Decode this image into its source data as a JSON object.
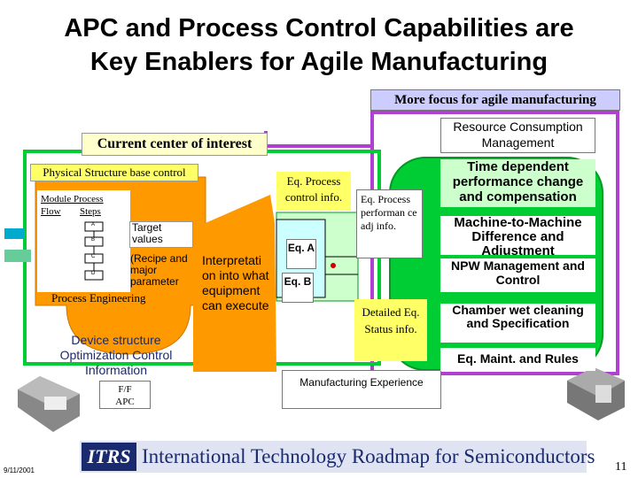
{
  "title": {
    "line1": "APC and Process Control Capabilities are",
    "line2": "Key Enablers for Agile Manufacturing"
  },
  "labels": {
    "more_focus": "More focus for agile manufacturing",
    "current_center": "Current center of interest",
    "physical_structure": "Physical Structure base control",
    "module_process": "Module Process",
    "flow": "Flow",
    "steps": "Steps",
    "step_a": "A",
    "step_b": "B",
    "step_c": "C",
    "step_d": "D",
    "target_values": "Target values",
    "recipe": "(Recipe and major parameter",
    "process_engineering": "Process Engineering",
    "device_structure": "Device structure Optimization Control Information",
    "ff_apc_line1": "F/F",
    "ff_apc_line2": "APC",
    "interpretation": "Interpretati on into what equipment can execute",
    "eq_process_control": "Eq. Process control info.",
    "eq_process_performance": "Eq. Process performan ce adj info.",
    "eq_a": "Eq. A",
    "eq_b": "Eq. B",
    "detailed_status": "Detailed Eq. Status info.",
    "manufacturing_experience": "Manufacturing Experience",
    "resource_consumption": "Resource Consumption Management",
    "time_dependent": "Time dependent performance change and compensation",
    "machine_to_machine": "Machine-to-Machine Difference and Adjustment",
    "npw_management": "NPW Management and Control",
    "chamber_wet": "Chamber wet cleaning and Specification",
    "eq_maint": "Eq. Maint. and Rules"
  },
  "footer": {
    "date": "9/11/2001",
    "banner": "International Technology Roadmap for Semiconductors",
    "logo": "ITRS",
    "page_number": "11"
  },
  "colors": {
    "purple": "#b040d0",
    "green": "#00cc33",
    "orange": "#ff9900",
    "yellow": "#ffff66",
    "light_green": "#ccffcc",
    "lavender": "#ccccff",
    "navy": "#1a2a6e"
  }
}
